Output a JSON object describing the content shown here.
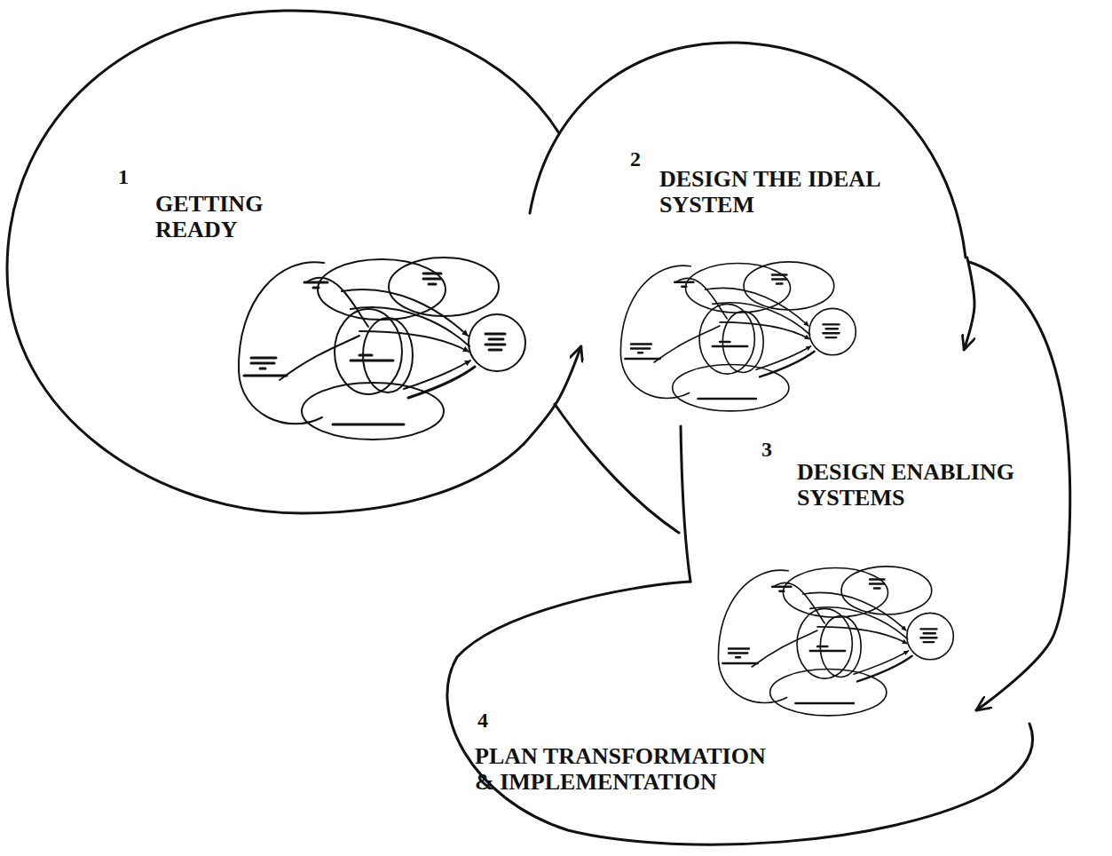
{
  "diagram": {
    "nodes": [
      {
        "text": [
          "1",
          "GETTING READY"
        ]
      },
      {
        "text": [
          "2",
          "DESIGN THE IDEAL SYSTEM"
        ]
      },
      {
        "text": [
          "3",
          "DESIGN ENABLING SYSTEMS"
        ]
      },
      {
        "text": [
          "4",
          "PLAN TRANSFORMATION & IMPLEMENTATION"
        ]
      }
    ],
    "edges": [
      {
        "from": 0,
        "to": 1,
        "arrow": "to"
      },
      {
        "from": 1,
        "to": 2,
        "arrow": "to"
      },
      {
        "from": 2,
        "to": 3,
        "arrow": "to"
      }
    ]
  }
}
